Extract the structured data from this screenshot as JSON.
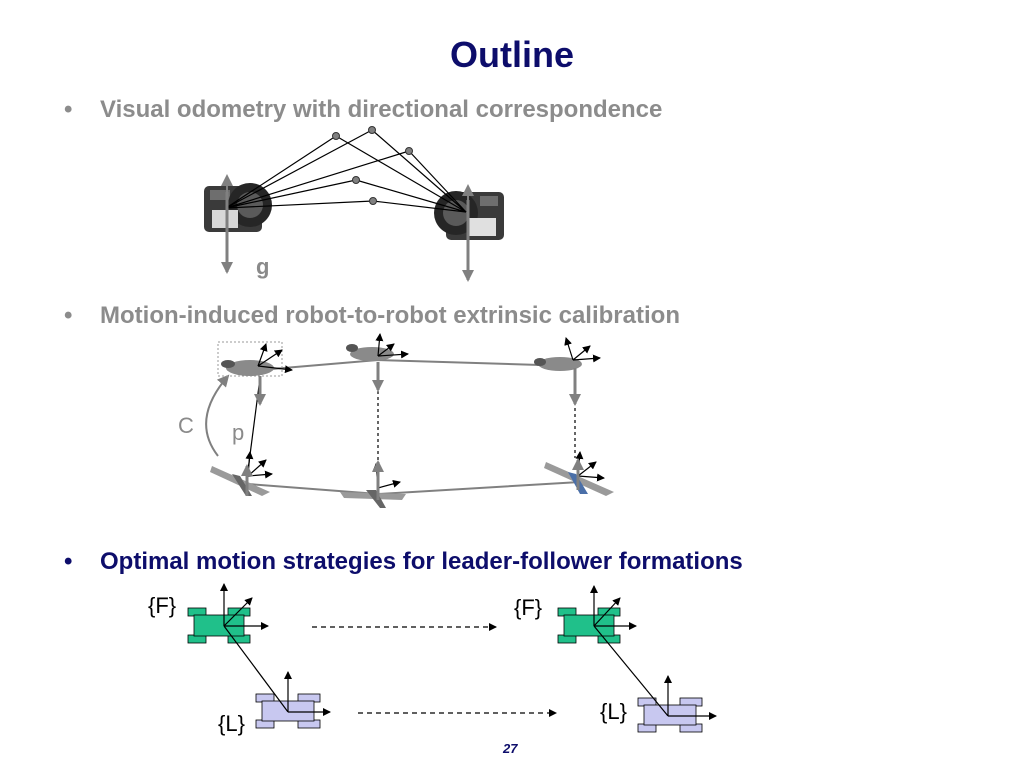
{
  "slide": {
    "title": "Outline",
    "page_number": "27",
    "bullet_symbol": "•"
  },
  "bullets": [
    {
      "text": "Visual odometry with directional correspondence"
    },
    {
      "text": "Motion-induced robot-to-robot extrinsic calibration"
    },
    {
      "text": "Optimal motion strategies for leader-follower formations"
    }
  ],
  "figure1": {
    "gravity_label": "g"
  },
  "figure2": {
    "calibration_label": "C",
    "vector_label": "p"
  },
  "figure3": {
    "follower_label": "{F}",
    "leader_label": "{L}",
    "follower_color": "#20c08a",
    "leader_color": "#c8c8f0"
  },
  "colors": {
    "title": "#0d0d6b",
    "inactive_bullet": "#8c8c8c"
  }
}
